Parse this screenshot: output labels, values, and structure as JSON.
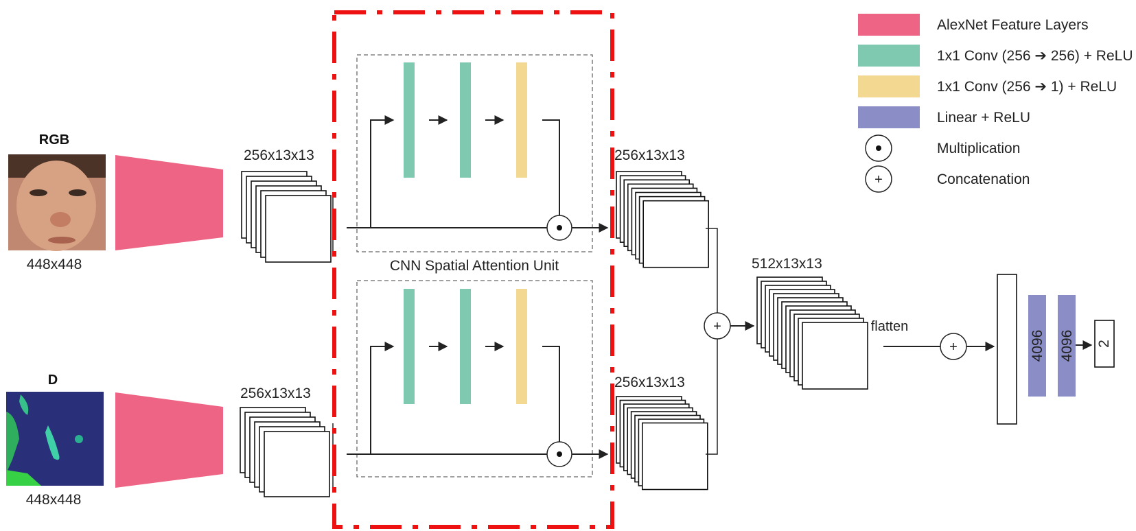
{
  "colors": {
    "alexnet": "#ee6485",
    "conv256": "#7ec9b0",
    "conv1": "#f2d891",
    "linear": "#8b8dc6",
    "highlight": "#ee1111"
  },
  "inputs": {
    "rgb": {
      "title": "RGB",
      "size": "448x448"
    },
    "depth": {
      "title": "D",
      "size": "448x448"
    }
  },
  "features": {
    "rgb_out": "256x13x13",
    "depth_out": "256x13x13",
    "rgb_att": "256x13x13",
    "depth_att": "256x13x13",
    "concat": "512x13x13"
  },
  "attention_label": "CNN Spatial Attention Unit",
  "head": {
    "flatten_label": "flatten",
    "fc1": "4096",
    "fc2": "4096",
    "output": "2"
  },
  "legend": [
    {
      "kind": "swatch",
      "color": "#ee6485",
      "label": "AlexNet Feature Layers"
    },
    {
      "kind": "swatch",
      "color": "#7ec9b0",
      "label": "1x1 Conv (256 ➔ 256) + ReLU"
    },
    {
      "kind": "swatch",
      "color": "#f2d891",
      "label": "1x1 Conv (256 ➔ 1) + ReLU"
    },
    {
      "kind": "swatch",
      "color": "#8b8dc6",
      "label": "Linear + ReLU"
    },
    {
      "kind": "dot",
      "label": "Multiplication"
    },
    {
      "kind": "plus",
      "label": "Concatenation"
    }
  ],
  "icons": [
    "multiply-icon",
    "concat-icon",
    "arrow-icon"
  ]
}
